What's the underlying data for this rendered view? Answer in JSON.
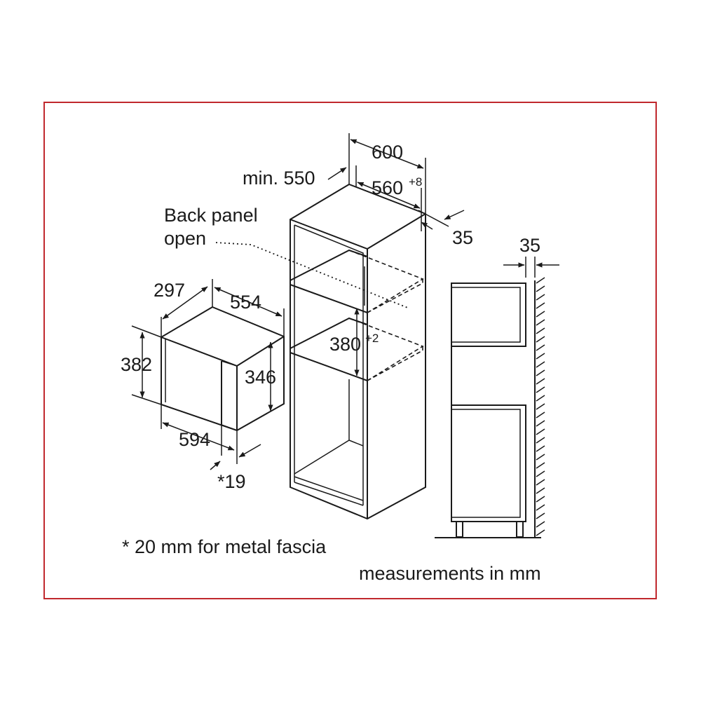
{
  "frame_color": "#c0282d",
  "line_color": "#1a1a1a",
  "labels": {
    "min_550": "min. 550",
    "d600": "600",
    "d560": "560",
    "d560_sup": "+8",
    "d35_top": "35",
    "back_panel_line1": "Back panel",
    "back_panel_line2": "open",
    "d297": "297",
    "d554": "554",
    "d382": "382",
    "d346": "346",
    "d380": "380",
    "d380_sup": "+2",
    "d594": "594",
    "d19": "*19",
    "d35_side": "35"
  },
  "footnote": "* 20 mm for metal fascia",
  "units_note": "measurements in mm"
}
